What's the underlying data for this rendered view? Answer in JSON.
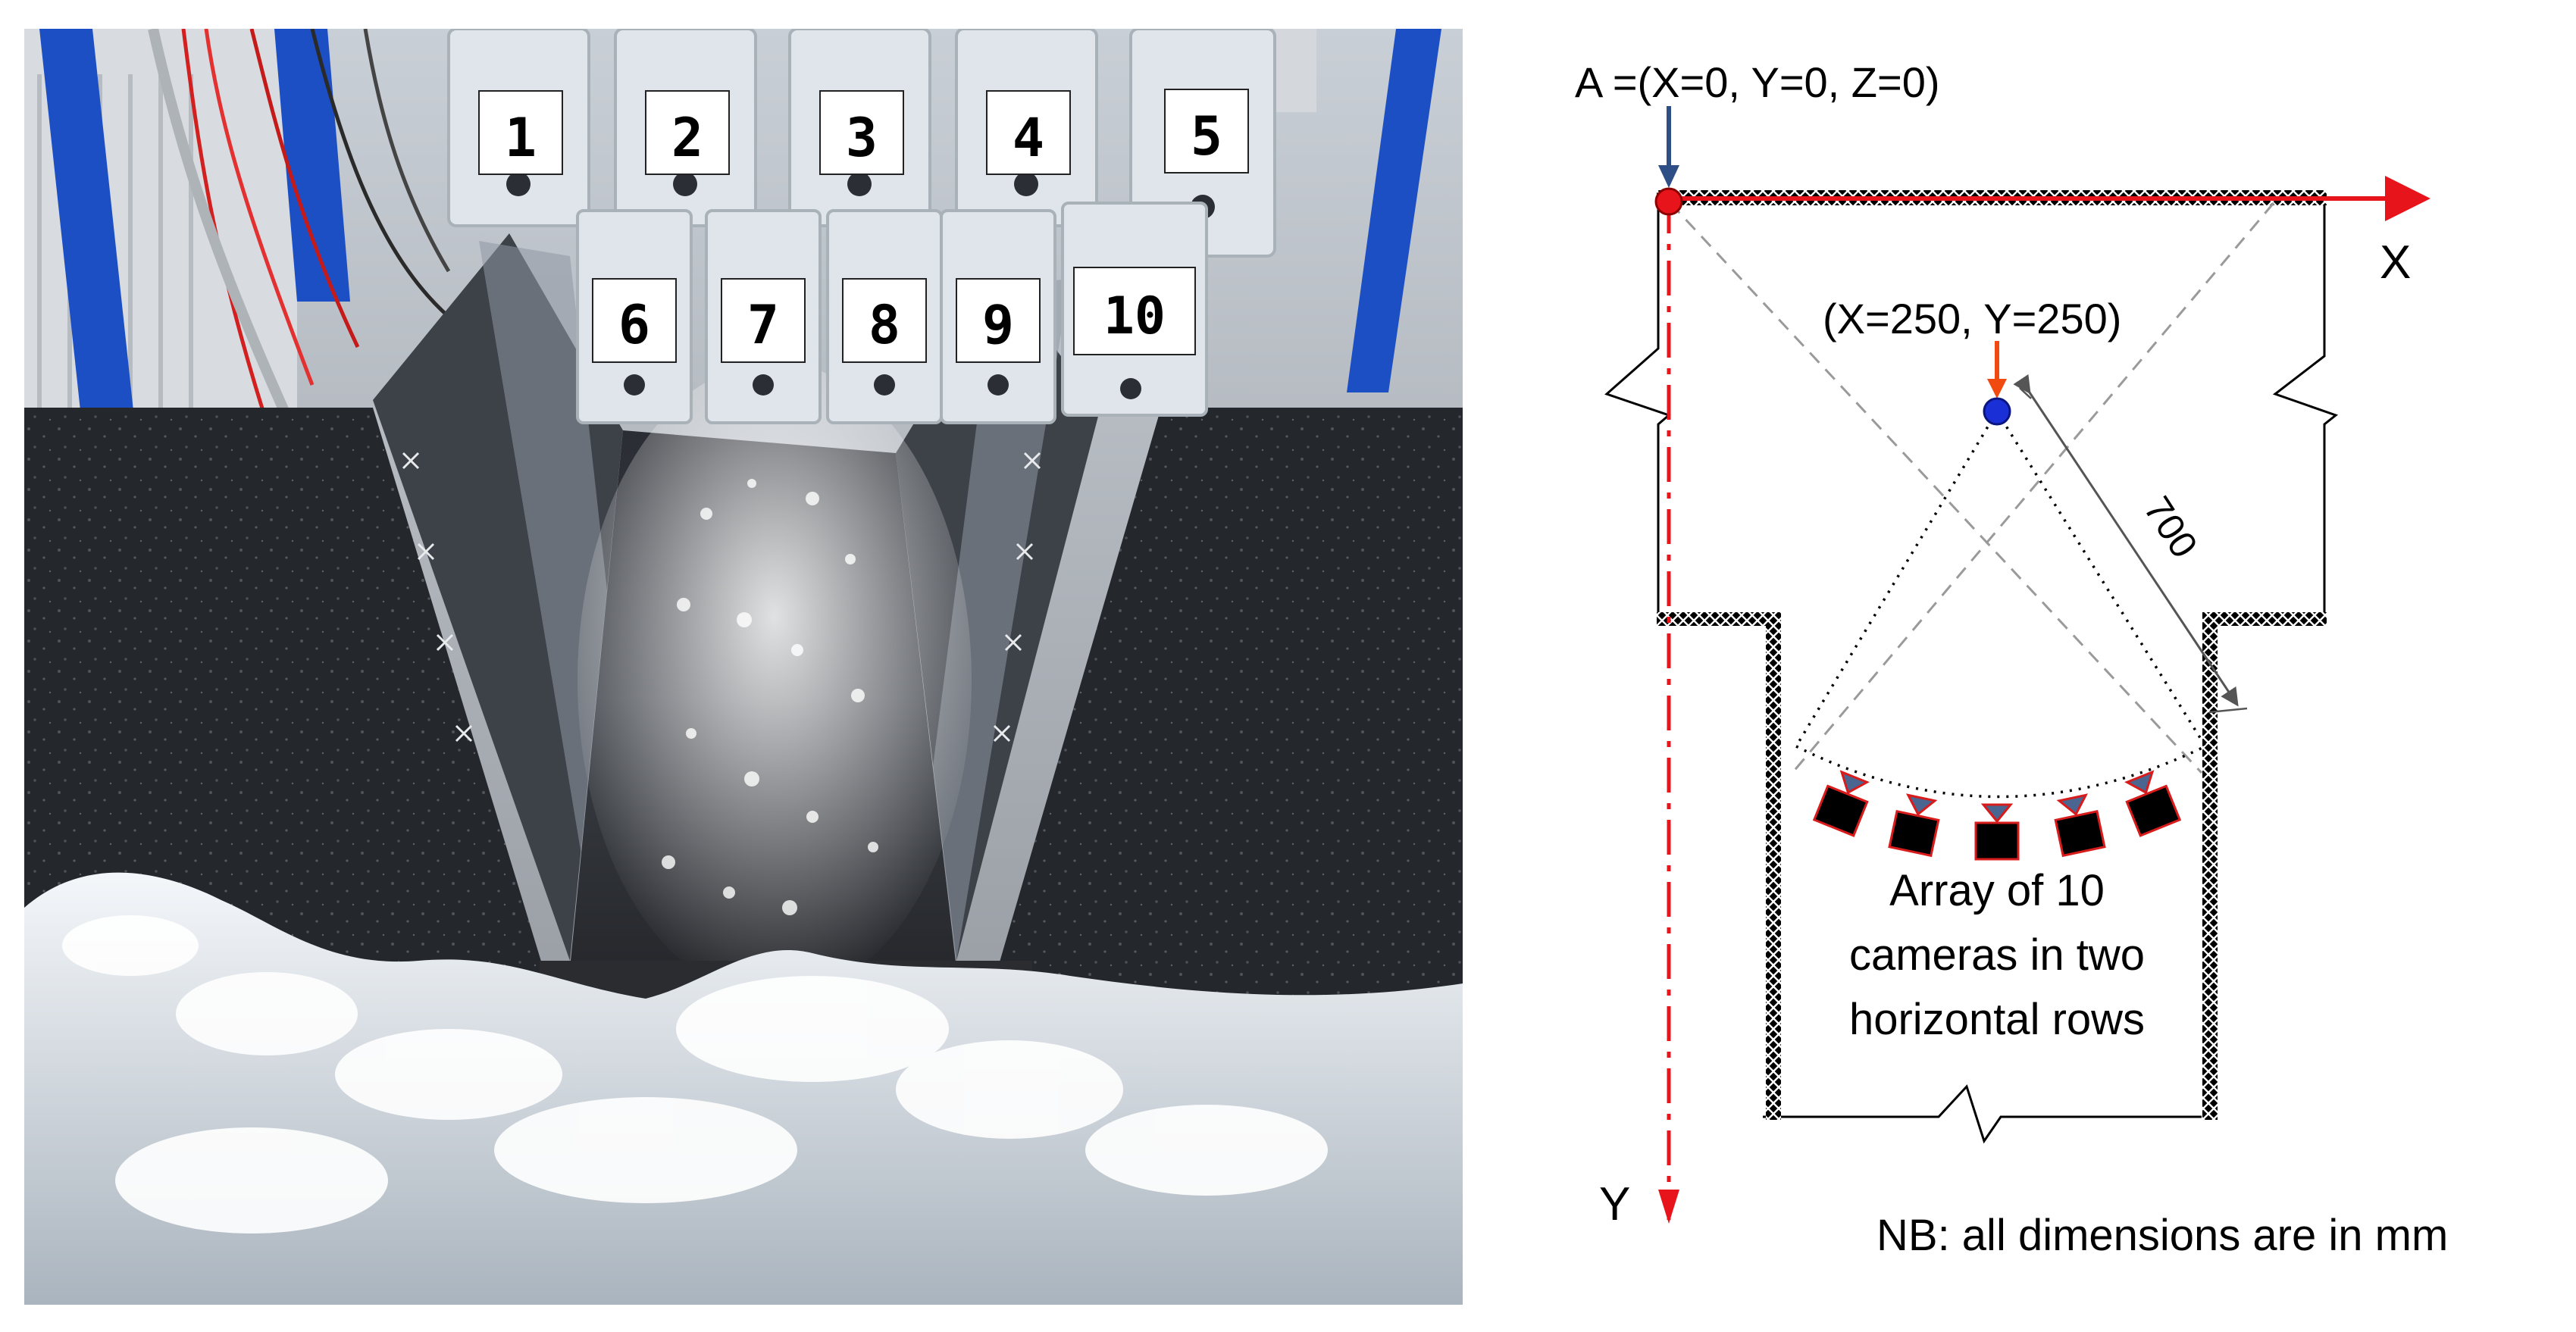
{
  "photo": {
    "camera_labels": [
      "1",
      "2",
      "3",
      "4",
      "5",
      "6",
      "7",
      "8",
      "9",
      "10"
    ]
  },
  "diagram": {
    "origin_label": "A =(X=0, Y=0, Z=0)",
    "center_label": "(X=250, Y=250)",
    "x_axis_label": "X",
    "y_axis_label": "Y",
    "radius_label": "700",
    "array_caption": [
      "Array of 10",
      "cameras in two",
      "horizontal rows"
    ],
    "note": "NB: all dimensions are in mm",
    "colors": {
      "axis_red": "#e8141b",
      "origin_arrow_blue": "#2e4e86",
      "center_arrow_orange": "#f04a10",
      "center_dot_blue": "#1a2fd6",
      "camera_lens": "#4a6590"
    }
  }
}
